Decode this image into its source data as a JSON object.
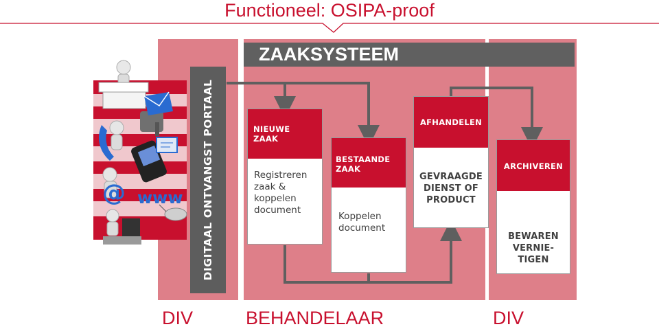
{
  "header": {
    "title": "Functioneel: OSIPA-proof"
  },
  "zaaksysteem": {
    "title": "ZAAKSYSTEEM"
  },
  "portal": {
    "label": "DIGITAAL ONTVANGST PORTAAL"
  },
  "steps": [
    {
      "id": "nieuwe-zaak",
      "header": "NIEUWE\nZAAK",
      "body": "Registreren\nzaak &\nkoppelen\ndocument"
    },
    {
      "id": "bestaande-zaak",
      "header": "BESTAANDE\nZAAK",
      "body": "Koppelen\ndocument"
    },
    {
      "id": "afhandelen",
      "header": "AFHANDELEN",
      "body": "GEVRAAGDE\nDIENST OF\nPRODUCT"
    },
    {
      "id": "archiveren",
      "header": "ARCHIVEREN",
      "body": "BEWAREN\nVERNIE-\nTIGEN"
    }
  ],
  "channels": [
    {
      "icon": "counter-desk-icon"
    },
    {
      "icon": "mailbox-envelope-icon"
    },
    {
      "icon": "telephone-icon"
    },
    {
      "icon": "smartphone-icon"
    },
    {
      "icon": "email-at-icon"
    },
    {
      "icon": "www-mouse-icon"
    },
    {
      "icon": "computer-user-icon"
    }
  ],
  "bottom_labels": {
    "div_left": "DIV",
    "behandelaar": "BEHANDELAAR",
    "div_right": "DIV"
  },
  "colors": {
    "brand_red": "#c8102e",
    "band_pink": "#de7f89",
    "dark_gray": "#5d5d5d",
    "arrow_gray": "#5f5f5f"
  }
}
